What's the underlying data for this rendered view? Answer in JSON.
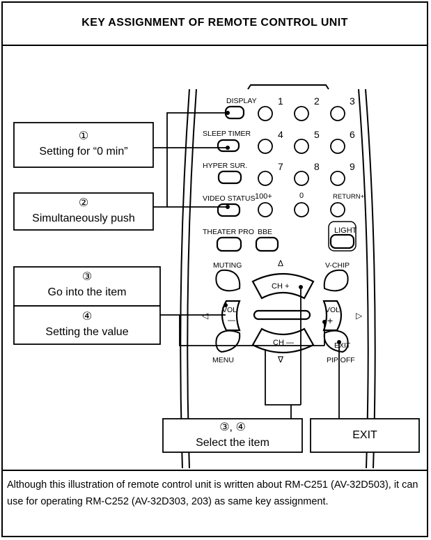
{
  "title": "KEY ASSIGNMENT OF REMOTE CONTROL UNIT",
  "callouts": {
    "c1": {
      "num": "①",
      "text": "Setting for “0 min”"
    },
    "c2": {
      "num": "②",
      "text": "Simultaneously push"
    },
    "c3": {
      "num": "③",
      "text": "Go into the item"
    },
    "c4": {
      "num": "④",
      "text": "Setting the value"
    },
    "c34": {
      "num": "③, ④",
      "text": "Select the item"
    },
    "exit": {
      "text": "EXIT"
    }
  },
  "remote": {
    "display": "DISPLAY",
    "sleep_timer": "SLEEP TIMER",
    "hyper_sur": "HYPER SUR.",
    "video_status": "VIDEO STATUS",
    "theater_pro": "THEATER PRO",
    "bbe": "BBE",
    "light": "LIGHT",
    "muting": "MUTING",
    "v_chip": "V-CHIP",
    "menu": "MENU",
    "exit": "EXIT",
    "pip_off": "PIP OFF",
    "ch_plus": "CH +",
    "ch_minus": "CH —",
    "vol": "VOL",
    "hundred_plus": "100+",
    "zero": "0",
    "return_plus": "RETURN+",
    "up_arrow": "Δ",
    "down_arrow": "∇",
    "left_arrow": "◁",
    "right_arrow": "▷",
    "plus_sign": "+",
    "minus_sign": "—",
    "digits": [
      "1",
      "2",
      "3",
      "4",
      "5",
      "6",
      "7",
      "8",
      "9"
    ]
  },
  "note": "Although this illustration of remote control unit is written about RM-C251 (AV-32D503), it can use for operating RM-C252 (AV-32D303, 203) as same key assignment."
}
